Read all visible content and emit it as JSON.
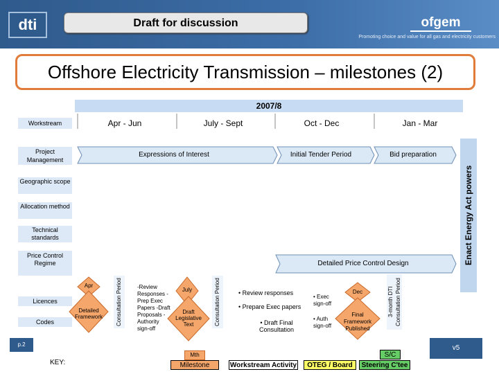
{
  "header": {
    "logo_left": "dti",
    "draft_label": "Draft for discussion",
    "logo_right": "ofgem",
    "tagline": "Promoting choice and value for all gas and electricity customers"
  },
  "title": "Offshore Electricity Transmission – milestones (2)",
  "year": "2007/8",
  "columns": {
    "workstream": "Workstream",
    "q1": "Apr - Jun",
    "q2": "July - Sept",
    "q3": "Oct - Dec",
    "q4": "Jan - Mar"
  },
  "workstreams": {
    "project_management": "Project Management",
    "geographic_scope": "Geographic scope",
    "allocation_method": "Allocation method",
    "technical_standards": "Technical standards",
    "price_control_regime": "Price Control Regime",
    "licences": "Licences",
    "codes": "Codes"
  },
  "project_management": {
    "expressions": "Expressions of Interest",
    "tender": "Initial Tender Period",
    "bid": "Bid preparation"
  },
  "price_control": {
    "design": "Detailed Price Control Design"
  },
  "licences_codes": {
    "apr": "Apr",
    "detailed_framework": "Detailed Framework",
    "consultation_period_1": "Consultation Period",
    "responses_list": "-Review Responses -Prep Exec Papers -Draft Proposals -Authority sign-off",
    "july": "July",
    "draft_legislative": "Draft Legislative Text",
    "consultation_period_2": "Consultation Period",
    "review_responses": "• Review responses",
    "prepare_exec": "• Prepare Exec papers",
    "draft_final": "• Draft Final Consultation",
    "exec_signoff": "• Exec sign-off",
    "auth_signoff": "• Auth sign-off",
    "dec": "Dec",
    "final_framework": "Final Framework Published",
    "dti_consultation": "3-month DTI Consultation Period"
  },
  "enact": "Enact Energy Act powers",
  "key": {
    "page": "p.2",
    "label": "KEY:",
    "mth": "Mth",
    "milestone": "Milestone",
    "workstream_activity": "Workstream Activity",
    "oteg_board": "OTEG / Board",
    "sc": "S/C",
    "steering": "Steering C'tee",
    "version": "v5"
  },
  "colors": {
    "banner": "#2f5a8c",
    "accent_orange": "#e07b39",
    "milestone_fill": "#f5a66b",
    "light_blue": "#c7dcf2",
    "yellow": "#ffff66",
    "green": "#66cc66"
  }
}
